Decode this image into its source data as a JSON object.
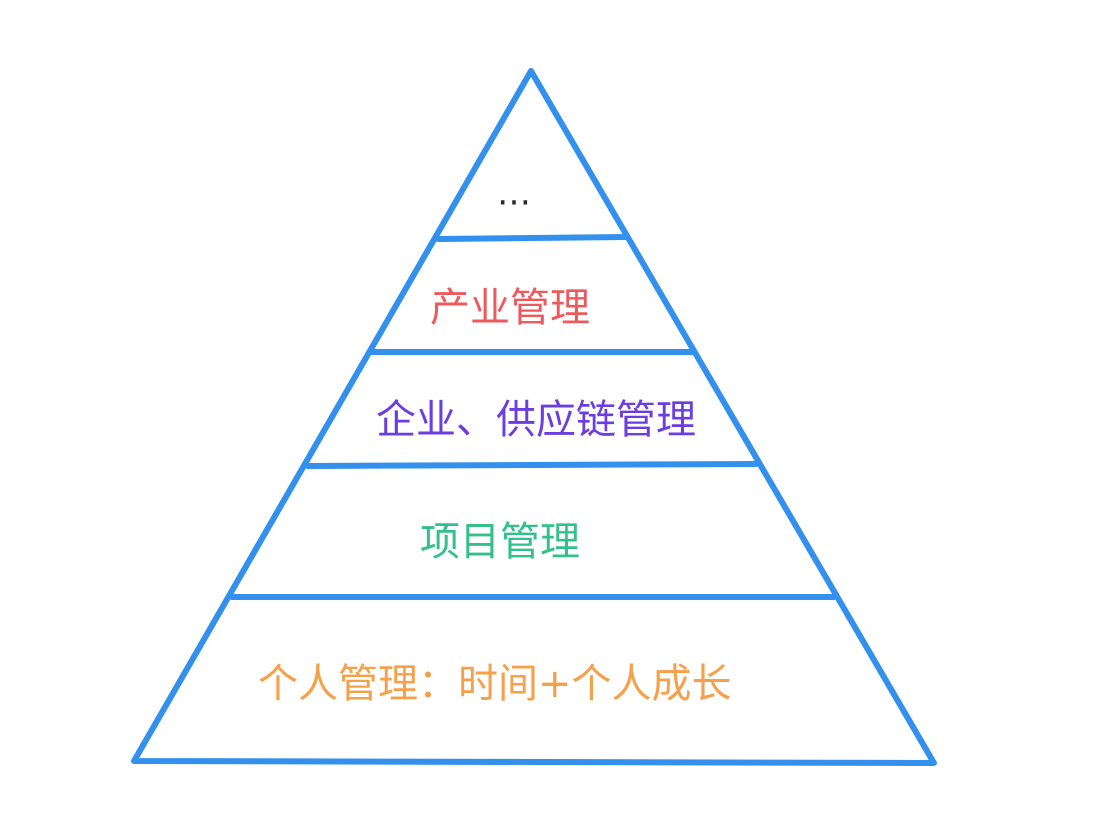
{
  "diagram": {
    "outline_color": "#3390ec",
    "tiers": [
      {
        "label": "…",
        "color": "#2b2b2b"
      },
      {
        "label": "产业管理",
        "color": "#ec5a5e"
      },
      {
        "label": "企业、供应链管理",
        "color": "#6a3ee0"
      },
      {
        "label": "项目管理",
        "color": "#33c08a"
      },
      {
        "label": "个人管理：时间+个人成长",
        "color": "#f7a04a"
      }
    ]
  }
}
